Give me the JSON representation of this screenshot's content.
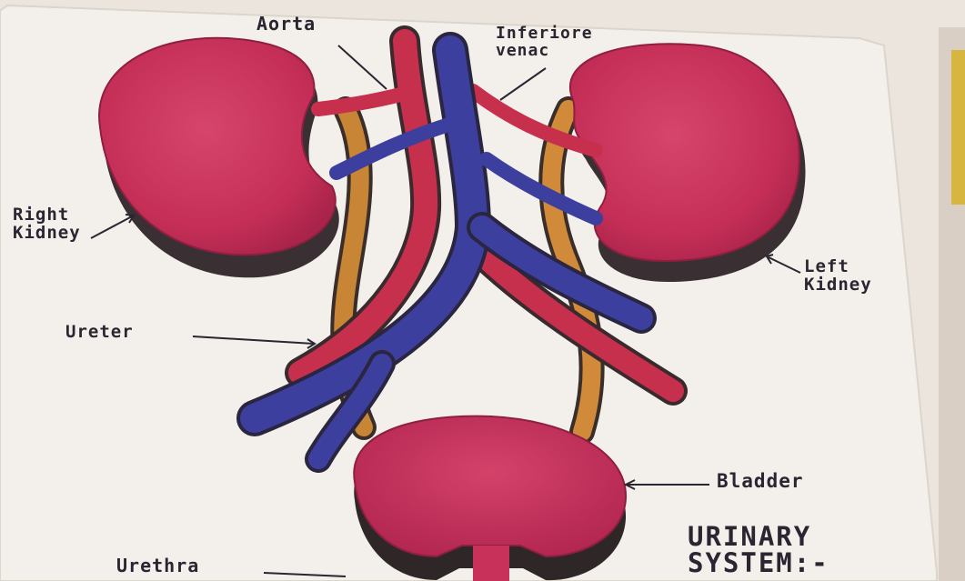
{
  "labels": {
    "aorta": "Aorta",
    "inferior_vena_cava": "Inferiore\nvenac",
    "right_kidney": "Right\nKidney",
    "left_kidney": "Left\nKidney",
    "ureter": "Ureter",
    "bladder": "Bladder",
    "urethra": "Urethra",
    "title": "URINARY\nSYSTEM:-"
  },
  "colors": {
    "board": "#f3f0ec",
    "organ": "#c8325a",
    "organ_shadow": "#3d3235",
    "aorta": "#c7304d",
    "vena_cava": "#3d3f9e",
    "ureter": "#c98536",
    "ink": "#2a2530"
  }
}
